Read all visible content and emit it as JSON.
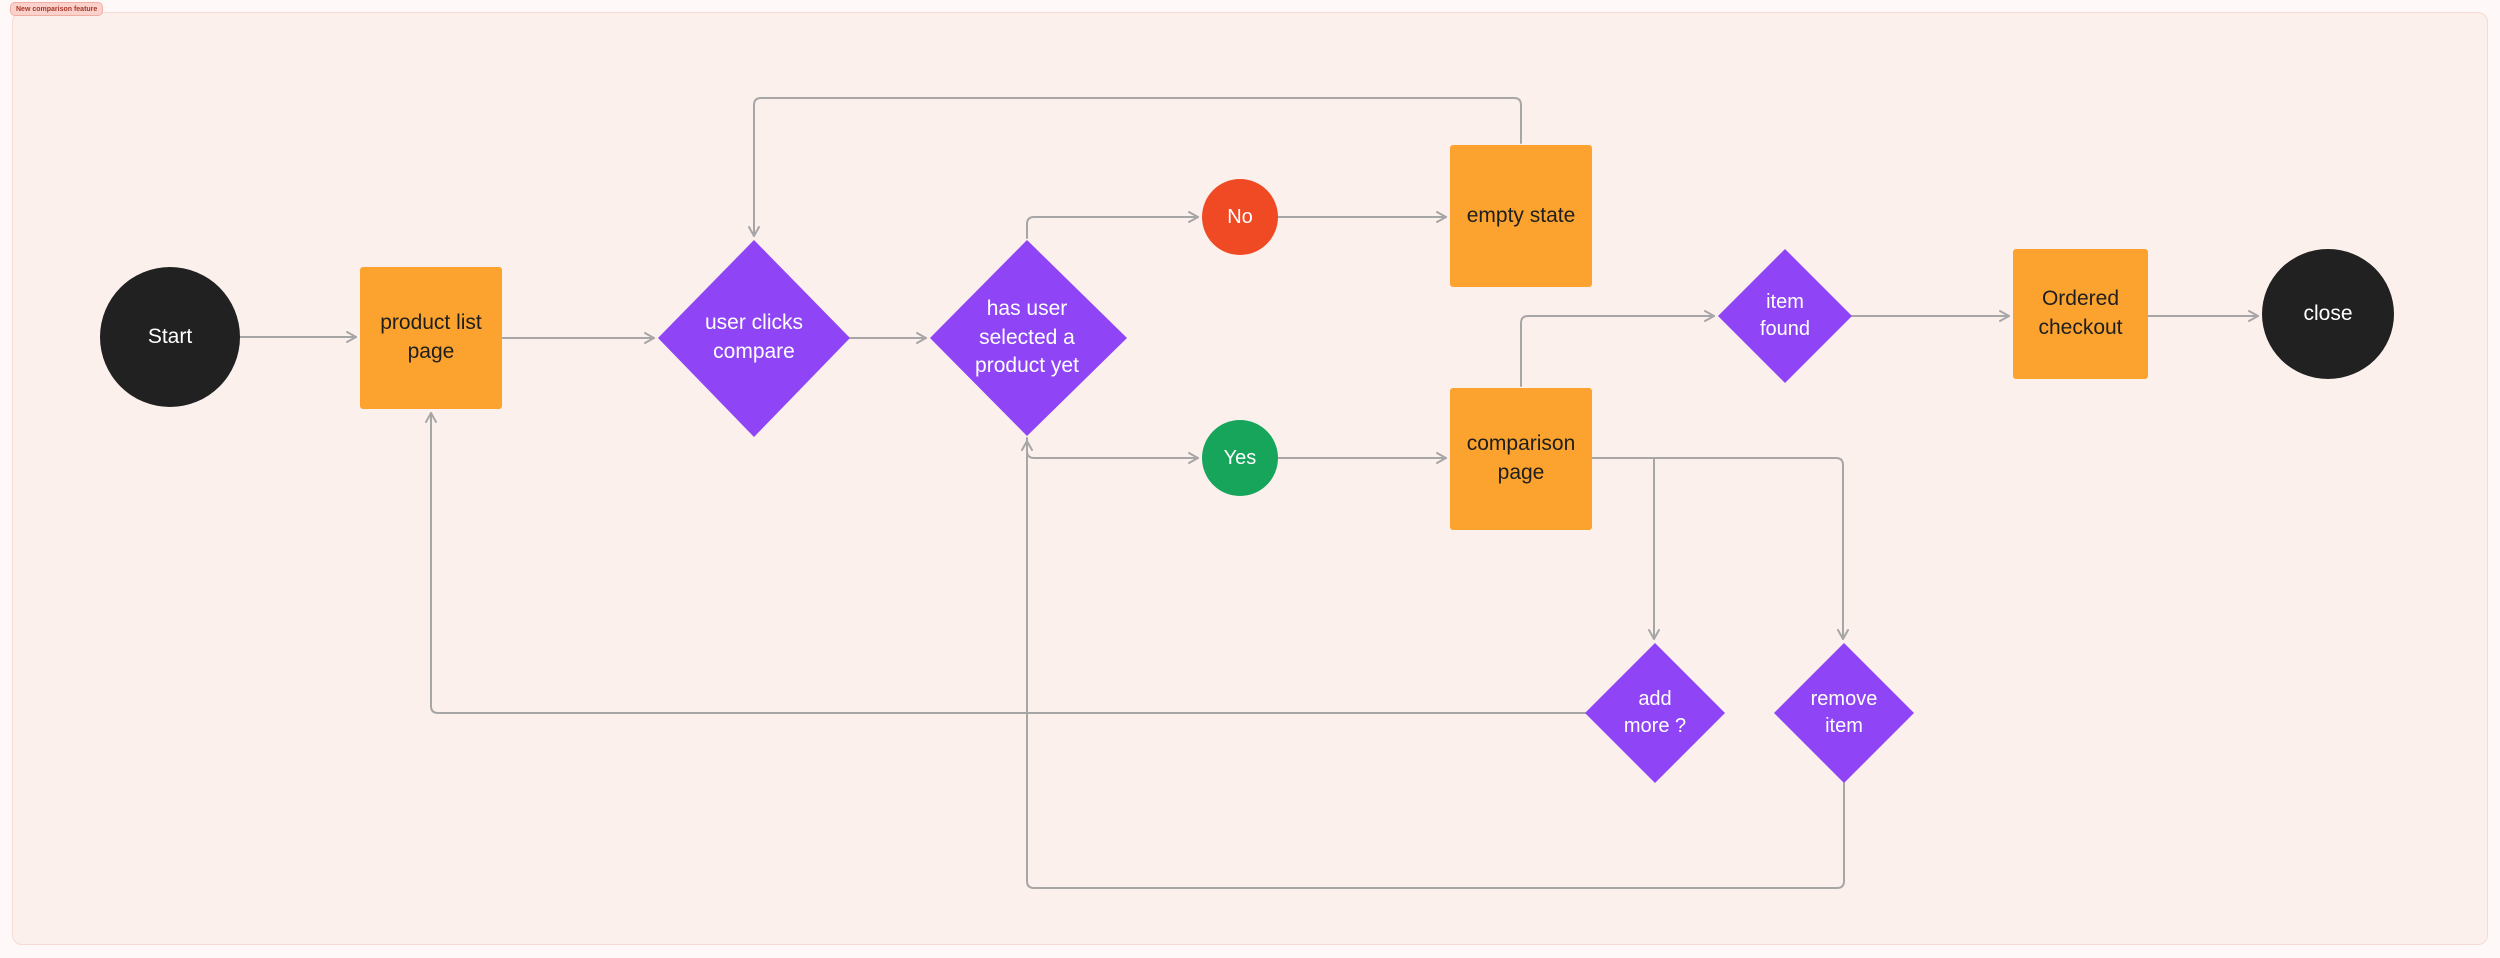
{
  "section": {
    "label": "New comparison feature"
  },
  "colors": {
    "orange": "#FBA32E",
    "purple": "#8F45F5",
    "red": "#F04A25",
    "green": "#17A45B",
    "black": "#212121",
    "connector": "#A6A6A6",
    "section_fill": "#FCF0ED",
    "section_border": "#F6DAD3",
    "canvas_background": "#FEF9F8",
    "badge_background": "#FAD2CB",
    "badge_text": "#A8372B",
    "dark_label_text": "#1E1E1E",
    "light_label_text": "#FFFFFF"
  },
  "nodes": {
    "start": {
      "label": "Start",
      "shape": "circle"
    },
    "product_list": {
      "label": "product list\npage",
      "shape": "rectangle"
    },
    "user_clicks_compare": {
      "label": "user clicks\ncompare",
      "shape": "diamond"
    },
    "has_user_selected": {
      "label": "has user\nselected a\nproduct yet",
      "shape": "diamond"
    },
    "no": {
      "label": "No",
      "shape": "circle"
    },
    "empty_state": {
      "label": "empty state",
      "shape": "rectangle"
    },
    "yes": {
      "label": "Yes",
      "shape": "circle"
    },
    "comparison_page": {
      "label": "comparison\npage",
      "shape": "rectangle"
    },
    "item_found": {
      "label": "item\nfound",
      "shape": "diamond"
    },
    "ordered_checkout": {
      "label": "Ordered\ncheckout",
      "shape": "rectangle"
    },
    "close": {
      "label": "close",
      "shape": "circle"
    },
    "add_more": {
      "label": "add\nmore ?",
      "shape": "diamond"
    },
    "remove_item": {
      "label": "remove\nitem",
      "shape": "diamond"
    }
  },
  "edges": [
    {
      "from": "start",
      "to": "product_list"
    },
    {
      "from": "product_list",
      "to": "user_clicks_compare"
    },
    {
      "from": "user_clicks_compare",
      "to": "has_user_selected"
    },
    {
      "from": "has_user_selected",
      "to": "no"
    },
    {
      "from": "no",
      "to": "empty_state"
    },
    {
      "from": "empty_state",
      "to": "user_clicks_compare"
    },
    {
      "from": "has_user_selected",
      "to": "yes"
    },
    {
      "from": "yes",
      "to": "comparison_page"
    },
    {
      "from": "comparison_page",
      "to": "item_found"
    },
    {
      "from": "item_found",
      "to": "ordered_checkout"
    },
    {
      "from": "ordered_checkout",
      "to": "close"
    },
    {
      "from": "comparison_page",
      "to": "add_more"
    },
    {
      "from": "comparison_page",
      "to": "remove_item"
    },
    {
      "from": "add_more",
      "to": "product_list"
    },
    {
      "from": "remove_item",
      "to": "has_user_selected"
    }
  ]
}
